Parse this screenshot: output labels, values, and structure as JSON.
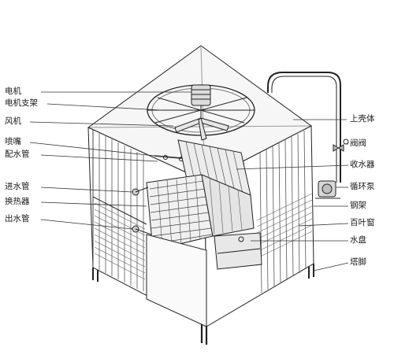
{
  "diagram": {
    "labels_left": [
      "电机",
      "电机支架",
      "风机",
      "喷嘴",
      "配水管",
      "进水管",
      "换热器",
      "出水管"
    ],
    "labels_right": [
      "上壳体",
      "阀阀",
      "收水器",
      "循环泵",
      "钢架",
      "百叶窗",
      "水盘",
      "塔脚"
    ]
  }
}
